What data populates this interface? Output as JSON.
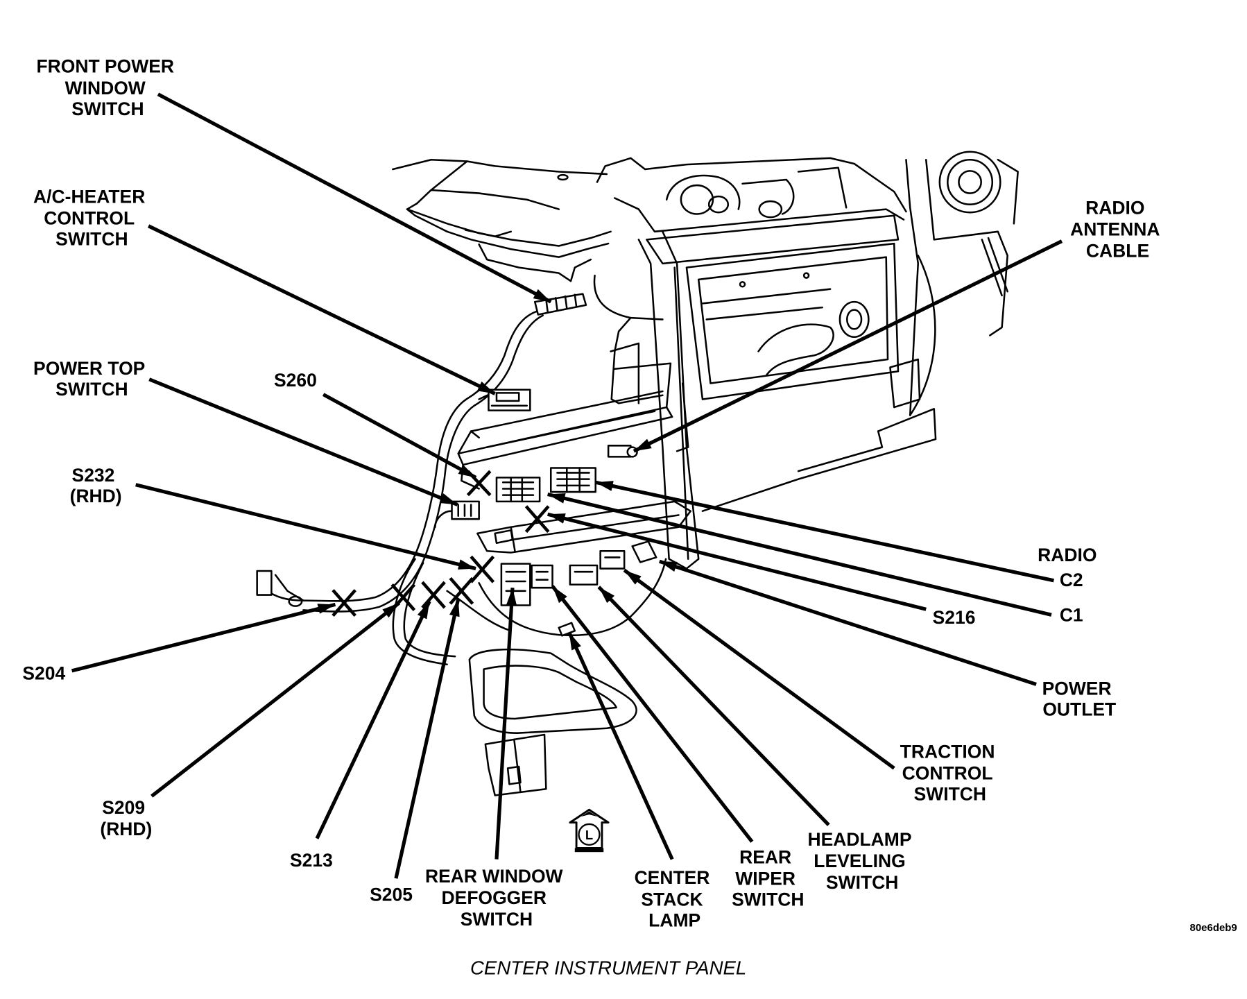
{
  "caption": "CENTER INSTRUMENT PANEL",
  "figure_code": "80e6deb9",
  "colors": {
    "ink": "#000000",
    "paper": "#ffffff"
  },
  "orientation_icon": {
    "icon": "orientation-arrow-icon",
    "letter": "L"
  },
  "splice_mark_icon": "splice-x-icon",
  "callouts": {
    "front_power_window_switch": [
      "FRONT POWER",
      "WINDOW",
      "SWITCH"
    ],
    "ac_heater_control_switch": [
      "A/C-HEATER",
      "CONTROL",
      "SWITCH"
    ],
    "power_top_switch": [
      "POWER TOP",
      "SWITCH"
    ],
    "s260": [
      "S260"
    ],
    "s232": [
      "S232",
      "(RHD)"
    ],
    "radio_antenna_cable": [
      "RADIO",
      "ANTENNA",
      "CABLE"
    ],
    "radio_c2": [
      "RADIO",
      "C2"
    ],
    "c1": [
      "C1"
    ],
    "s216": [
      "S216"
    ],
    "power_outlet": [
      "POWER",
      "OUTLET"
    ],
    "traction_control_switch": [
      "TRACTION",
      "CONTROL",
      "SWITCH"
    ],
    "headlamp_leveling_switch": [
      "HEADLAMP",
      "LEVELING",
      "SWITCH"
    ],
    "rear_wiper_switch": [
      "REAR",
      "WIPER",
      "SWITCH"
    ],
    "center_stack_lamp": [
      "CENTER",
      "STACK",
      "LAMP"
    ],
    "rear_window_defogger_switch": [
      "REAR WINDOW",
      "DEFOGGER",
      "SWITCH"
    ],
    "s205": [
      "S205"
    ],
    "s213": [
      "S213"
    ],
    "s209": [
      "S209",
      "(RHD)"
    ],
    "s204": [
      "S204"
    ]
  }
}
